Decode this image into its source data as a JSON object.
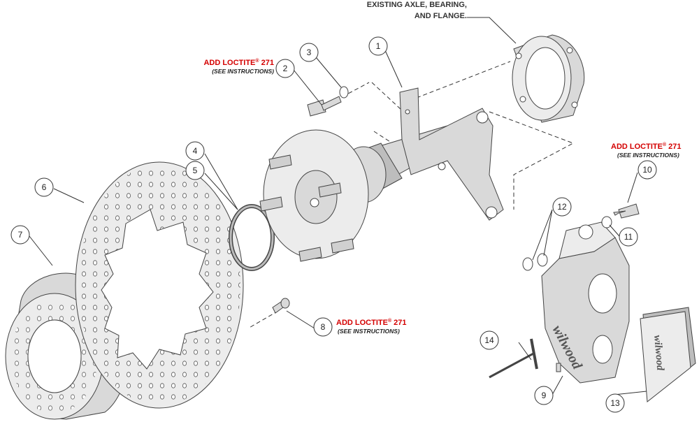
{
  "callouts": {
    "existing_axle_line1": "EXISTING AXLE, BEARING,",
    "existing_axle_line2": "AND FLANGE.",
    "loctite_top": {
      "text": "ADD LOCTITE",
      "reg": "®",
      "num": " 271",
      "see": "(SEE INSTRUCTIONS)"
    },
    "loctite_right": {
      "text": "ADD LOCTITE",
      "reg": "®",
      "num": " 271",
      "see": "(SEE INSTRUCTIONS)"
    },
    "loctite_bottom": {
      "text": "ADD LOCTITE",
      "reg": "®",
      "num": " 271",
      "see": "(SEE INSTRUCTIONS)"
    }
  },
  "parts": [
    {
      "id": "part-1",
      "label": "1"
    },
    {
      "id": "part-2",
      "label": "2"
    },
    {
      "id": "part-3",
      "label": "3"
    },
    {
      "id": "part-4",
      "label": "4"
    },
    {
      "id": "part-5",
      "label": "5"
    },
    {
      "id": "part-6",
      "label": "6"
    },
    {
      "id": "part-7",
      "label": "7"
    },
    {
      "id": "part-8",
      "label": "8"
    },
    {
      "id": "part-9",
      "label": "9"
    },
    {
      "id": "part-10",
      "label": "10"
    },
    {
      "id": "part-11",
      "label": "11"
    },
    {
      "id": "part-12",
      "label": "12"
    },
    {
      "id": "part-13",
      "label": "13"
    },
    {
      "id": "part-14",
      "label": "14"
    }
  ],
  "logos": {
    "caliper": "wilwood",
    "pad": "wilwood"
  },
  "colors": {
    "callout_red": "#d40000",
    "line": "#444444",
    "part_fill": "#d9d9d9"
  }
}
